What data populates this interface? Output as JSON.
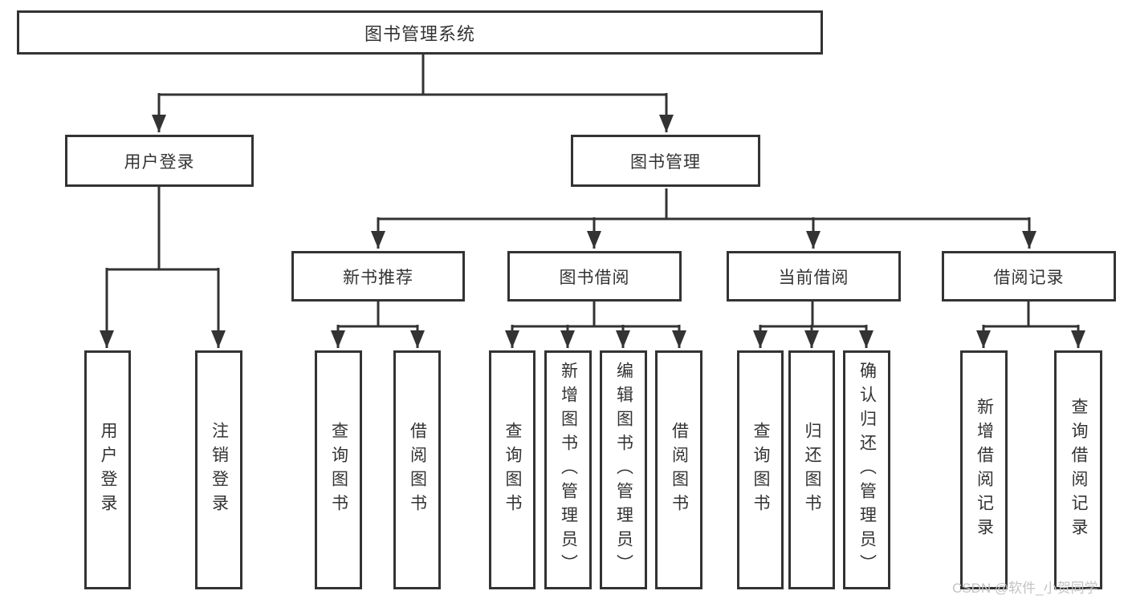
{
  "tree": {
    "label": "图书管理系统",
    "children": [
      {
        "label": "用户登录",
        "children": [
          {
            "label": "用户登录"
          },
          {
            "label": "注销登录"
          }
        ]
      },
      {
        "label": "图书管理",
        "children": [
          {
            "label": "新书推荐",
            "children": [
              {
                "label": "查询图书"
              },
              {
                "label": "借阅图书"
              }
            ]
          },
          {
            "label": "图书借阅",
            "children": [
              {
                "label": "查询图书"
              },
              {
                "label": "新增图书（管理员）"
              },
              {
                "label": "编辑图书（管理员）"
              },
              {
                "label": "借阅图书"
              }
            ]
          },
          {
            "label": "当前借阅",
            "children": [
              {
                "label": "查询图书"
              },
              {
                "label": "归还图书"
              },
              {
                "label": "确认归还（管理员）"
              }
            ]
          },
          {
            "label": "借阅记录",
            "children": [
              {
                "label": "新增借阅记录"
              },
              {
                "label": "查询借阅记录"
              }
            ]
          }
        ]
      }
    ]
  },
  "watermark": "CSDN @软件_小贺同学",
  "colors": {
    "line": "#333333",
    "box_border": "#333333",
    "text": "#333333",
    "watermark": "#c3c3c3",
    "background": "#ffffff"
  }
}
